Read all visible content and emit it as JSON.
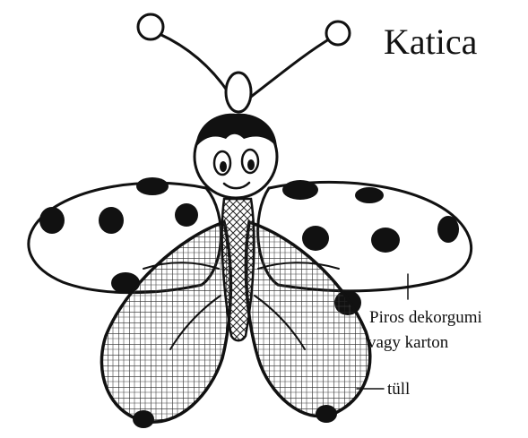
{
  "title": "Katica",
  "labels": {
    "wing_material_line1": "Piros dekorgumi",
    "wing_material_line2": "vagy karton",
    "tulle": "tüll"
  },
  "colors": {
    "ink": "#111111",
    "paper": "#ffffff"
  }
}
